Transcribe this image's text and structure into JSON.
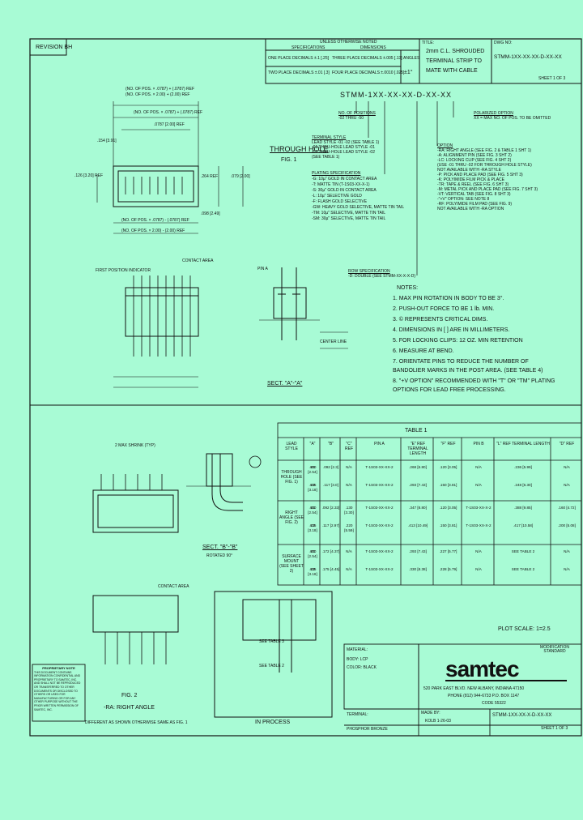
{
  "revision": "REVISION BH",
  "tolerance": {
    "header": "UNLESS OTHERWISE NOTED",
    "sub1": "SPECIFICATIONS",
    "sub2": "DIMENSIONS",
    "one_place": "ONE PLACE DECIMALS ±.1 [.25]",
    "three_place": "THREE PLACE DECIMALS ±.005 [.13]",
    "two_place": "TWO PLACE DECIMALS ±.01 [.3]",
    "four_place": "FOUR PLACE DECIMALS ±.0010 [.025]",
    "angles_label": "ANGLES",
    "angles_value": "±1°"
  },
  "title_block": {
    "title_label": "TITLE:",
    "title_lines": [
      "2mm C.L. SHROUDED",
      "TERMINAL STRIP TO",
      "MATE WITH CABLE"
    ],
    "dwg_label": "DWG NO:",
    "dwg_no": "STMM-1XX-XX-XX-D-XX-XX",
    "sheet": "SHEET 1 OF 3"
  },
  "part_number": {
    "pattern": "STMM-1XX-XX-XX-D-XX-XX",
    "groups": [
      {
        "title": "NO. OF POSITIONS",
        "lines": [
          "-02 THRU -50"
        ]
      },
      {
        "title": "TERMINAL STYLE",
        "lines": [
          "LEAD STYLE -01 -02 (SEE TABLE 1)",
          "-01 THRU-HOLE LEAD STYLE -01",
          "-02 THRU-HOLE LEAD STYLE -02",
          "(SEE TABLE 1)"
        ]
      },
      {
        "title": "PLATING SPECIFICATION",
        "lines": [
          "-G: 10µ\" GOLD IN CONTACT AREA",
          "-T: MATTE TIN (T-1S03-XX-X-1)",
          "-S: 30µ\" GOLD IN CONTACT AREA",
          "-L: 10µ\" SELECTIVE GOLD",
          "-F: FLASH GOLD SELECTIVE",
          "-GW: HEAVY GOLD SELECTIVE, MATTE TIN TAIL",
          "-TM: 10µ\" SELECTIVE, MATTE TIN TAIL",
          "-SM: 30µ\" SELECTIVE, MATTE TIN TAIL"
        ]
      },
      {
        "title": "ROW SPECIFICATION",
        "lines": [
          "-D: DOUBLE (SEE STMM-XX-X-X-D)"
        ]
      }
    ],
    "options": [
      {
        "title": "POLARIZED OPTION",
        "lines": [
          "XX = MAX NO. OF POS. TO BE OMITTED"
        ]
      },
      {
        "title": "OPTION",
        "lines": [
          "-RA: RIGHT ANGLE (SEE FIG. 2 & TABLE 1 SHT 1)",
          "-A: ALIGNMENT PIN (SEE FIG. 3 SHT 2)",
          "-LC: LOCKING CLIP (SEE FIG. 4 SHT 2)",
          "(USE -01 THRU -02 FOR THROUGH HOLE STYLE)",
          "NOT AVAILABLE WITH -RA STYLE",
          "-P: PICK AND PLACE PAD (SEE FIG. 5 SHT 3)",
          "-K: POLYIMIDE FILM PICK & PLACE",
          "-TR: TAPE & REEL (SEE FIG. 6 SHT 3)",
          "-M: METAL PICK AND PLACE PAD (SEE FIG. 7 SHT 3)",
          "-VT: VERTICAL TAB (SEE FIG. 8 SHT 3)",
          "-\"+V\" OPTION: SEE NOTE 8",
          "-RF: POLYIMIDE FILM PAD (SEE FIG. 9)",
          "NOT AVAILABLE WITH -RA OPTION"
        ]
      }
    ]
  },
  "fig1": {
    "title": "THROUGH HOLE",
    "fig_label": "FIG. 1",
    "dims": {
      "no_pos_a": "(NO. OF POS. × .0787) + (.0787) REF",
      "no_pos_b": "(NO. OF POS. × 2.00) + (2.00) REF",
      "no_pos_c": "(NO. OF POS. × .0787) + (.0787) REF",
      "d1": ".0787 [2.00] REF",
      "d2": ".154 [3.91]",
      "d3": ".126 [3.20] REF",
      "d4": ".264 REF",
      "d5": ".079 [2.00]",
      "d6": ".098 [2.49]",
      "no_pos_d": "(NO. OF POS. × .0787) - (.0787) REF",
      "no_pos_e": "(NO. OF POS. × 2.00) - (2.00) REF",
      "contact_area": "CONTACT AREA",
      "first_pos": "FIRST POSITION INDICATOR",
      "pin_a": "PIN A",
      "centerline": "CENTER LINE",
      "sect_label": "SECT. \"A\"-\"A\""
    }
  },
  "notes": {
    "heading": "NOTES:",
    "items": [
      "1. MAX PIN ROTATION IN BODY TO BE 3°.",
      "2. PUSH-OUT FORCE TO BE 1 lb. MIN.",
      "3. © REPRESENTS CRITICAL DIMS.",
      "4. DIMENSIONS IN [ ] ARE IN MILLIMETERS.",
      "5. FOR LOCKING CLIPS: 12 OZ. MIN RETENTION",
      "6. MEASURE AT BEND.",
      "7. ORIENTATE PINS TO REDUCE THE NUMBER OF",
      "   BANDOLIER MARKS IN THE POST AREA. (SEE TABLE 4)",
      "8. \"+V OPTION\" RECOMMENDED WITH \"T\" OR \"TM\" PLATING",
      "   OPTIONS FOR LEAD FREE PROCESSING."
    ]
  },
  "table1": {
    "title": "TABLE 1",
    "headers": [
      "LEAD STYLE",
      "\"A\"",
      "\"B\"",
      "\"C\" REF",
      "PIN A",
      "\"E\" REF TERMINAL LENGTH",
      "\"F\" REF",
      "PIN B",
      "\"L\" REF TERMINAL LENGTH",
      "\"D\" REF"
    ],
    "groups": [
      {
        "name": "THROUGH HOLE (SEE FIG. 1)",
        "rows": [
          [
            "-01",
            ".100 [2.54]",
            ".092 [2.3]",
            "N/A",
            "T-1S03-XX-XX-2",
            ".268 [6.80]",
            ".120 [3.05]",
            "N/A",
            ".236 [5.99]",
            "N/A"
          ],
          [
            "-02",
            ".125 [3.18]",
            ".117 [3.0]",
            "N/A",
            "T-1S03-XX-XX-2",
            ".293 [7.43]",
            ".150 [3.81]",
            "N/A",
            ".248 [6.30]",
            "N/A"
          ]
        ]
      },
      {
        "name": "RIGHT ANGLE (SEE FIG. 2)",
        "rows": [
          [
            "-01",
            ".100 [2.54]",
            ".092 [2.33]",
            ".130 [3.30]",
            "T-1S03-XX-XX-2",
            ".347 [8.80]",
            ".120 [3.05]",
            "T-1S03-XX-X-2",
            ".388 [9.85]",
            ".160 [4.72]"
          ],
          [
            "-02",
            ".125 [3.18]",
            ".117 [2.97]",
            ".220 [5.59]",
            "T-1S03-XX-XX-2",
            ".413 [10.49]",
            ".150 [3.81]",
            "T-1S03-XX-X-2",
            ".417 [10.58]",
            ".200 [5.08]"
          ]
        ]
      },
      {
        "name": "SURFACE MOUNT (SEE SHEET 2)",
        "rows": [
          [
            "-01",
            ".100 [2.54]",
            ".172 [4.37]",
            "N/A",
            "T-1S03-XX-XX-2",
            ".293 [7.43]",
            ".227 [5.77]",
            "N/A",
            "SEE TABLE 2",
            "N/A"
          ],
          [
            "-02",
            ".125 [3.18]",
            ".175 [4.45]",
            "N/A",
            "T-1S03-XX-XX-2",
            ".330 [8.38]",
            ".228 [5.79]",
            "N/A",
            "SEE TABLE 2",
            "N/A"
          ]
        ]
      }
    ]
  },
  "fig2": {
    "fig_label": "FIG. 2",
    "subtitle": "-RA: RIGHT ANGLE",
    "note": "DIFFERENT AS SHOWN OTHERWISE SAME AS FIG. 1",
    "sect_label": "SECT. \"B\"-\"B\"",
    "rotated": "ROTATED 90°",
    "contact_area": "CONTACT AREA",
    "max_shrink": "2 MAX SHRINK (TYP)"
  },
  "proprietary": {
    "title": "PROPRIETARY NOTE",
    "body": "THIS DOCUMENT CONTAINS INFORMATION CONFIDENTIAL AND PROPRIETARY TO SAMTEC, INC. AND SHALL NOT BE REPRODUCED OR TRANSFERRED TO OTHER DOCUMENTS OR DISCLOSED TO OTHERS OR USED FOR MANUFACTURING OR FOR ANY OTHER PURPOSE WITHOUT THE PRIOR WRITTEN PERMISSION OF SAMTEC, INC."
  },
  "in_process": {
    "label": "IN PROCESS",
    "table3": "SEE TABLE 3",
    "table2": "SEE TABLE 2"
  },
  "plot_scale": "PLOT SCALE: 1=2.5",
  "material": {
    "label": "MATERIAL:",
    "body": "BODY: LCP",
    "color": "COLOR: BLACK",
    "terminal_label": "TERMINAL:",
    "terminal": "PHOSPHOR BRONZE"
  },
  "samtec": {
    "logo": "samtec",
    "tag": "MODIFICATION STANDARD",
    "addr1": "520 PARK EAST BLVD.   NEW ALBANY, INDIANA 47150",
    "addr2": "PHONE (812) 944-6733   P.O. BOX 1147",
    "code": "CODE 55322"
  },
  "footer": {
    "made_by": "MADE BY:",
    "made_val": "KOLB 1-26-03",
    "dwg_no": "STMM-1XX-XX-X-D-XX-XX",
    "sheet": "SHEET 1 OF 3"
  },
  "colors": {
    "background": "#a8fbd5",
    "ink": "#111111"
  }
}
